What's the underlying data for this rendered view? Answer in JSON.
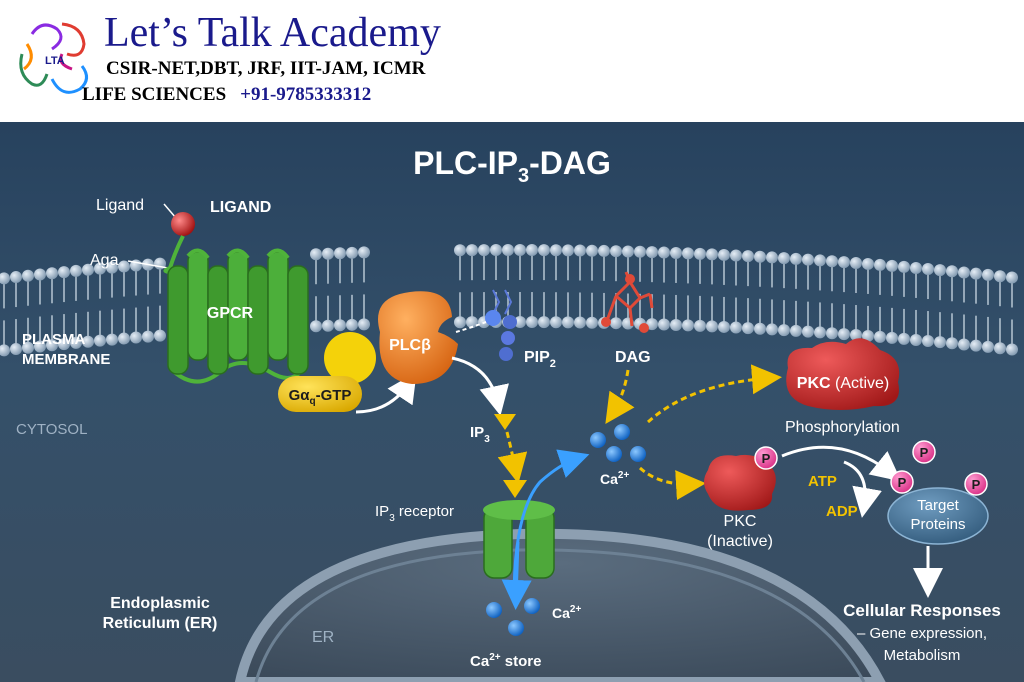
{
  "header": {
    "academy_name": "Let’s Talk Academy",
    "exams_line": "CSIR-NET,DBT, JRF, IIT-JAM, ICMR",
    "subject": "LIFE SCIENCES",
    "phone": "+91-9785333312",
    "logo_text": "LTA"
  },
  "diagram": {
    "title_main": "PLC-IP",
    "title_sub": "3",
    "title_tail": "-DAG",
    "ligand_label": "Ligand",
    "ligand_caps": "LIGAND",
    "aga_label": "Aga",
    "gpcr": "GPCR",
    "plasma_membrane_1": "PLASMA",
    "plasma_membrane_2": "MEMBRANE",
    "cytosol": "CYTOSOL",
    "galpha_g": "Gα",
    "galpha_sub": "q",
    "galpha_tail": "-GTP",
    "plc": "PLCβ",
    "pip_main": "PIP",
    "pip_sub": "2",
    "dag": "DAG",
    "ip3_main": "IP",
    "ip3_sub": "3",
    "ip3r_main": "IP",
    "ip3r_sub": "3",
    "ip3r_tail": " receptor",
    "ca_main": "Ca",
    "ca_sup": "2+",
    "pkc_active_bold": "PKC",
    "pkc_active_rest": " (Active)",
    "phosphorylation": "Phosphorylation",
    "atp": "ATP",
    "adp": "ADP",
    "pkc_inactive_1": "PKC",
    "pkc_inactive_2": "(Inactive)",
    "phospho_p": "P",
    "target_1": "Target",
    "target_2": "Proteins",
    "er_label_1": "Endoplasmic",
    "er_label_2": "Reticulum (ER)",
    "er_short": "ER",
    "ca_store_tail": " store",
    "responses_title": "Cellular Responses",
    "responses_1": "– Gene expression,",
    "responses_2": "Metabolism"
  },
  "colors": {
    "background_top": "#2f4a66",
    "background_bottom": "#3d5266",
    "membrane_head": "#a9bfd3",
    "gpcr": "#3f9a2e",
    "plc": "#e07b1f",
    "galpha": "#f2c200",
    "pkc": "#c62a2a",
    "target": "#3f6d8f",
    "phospho": "#e2409a",
    "calcium": "#1f7fe0",
    "ip3_arrow": "#f2c200"
  }
}
